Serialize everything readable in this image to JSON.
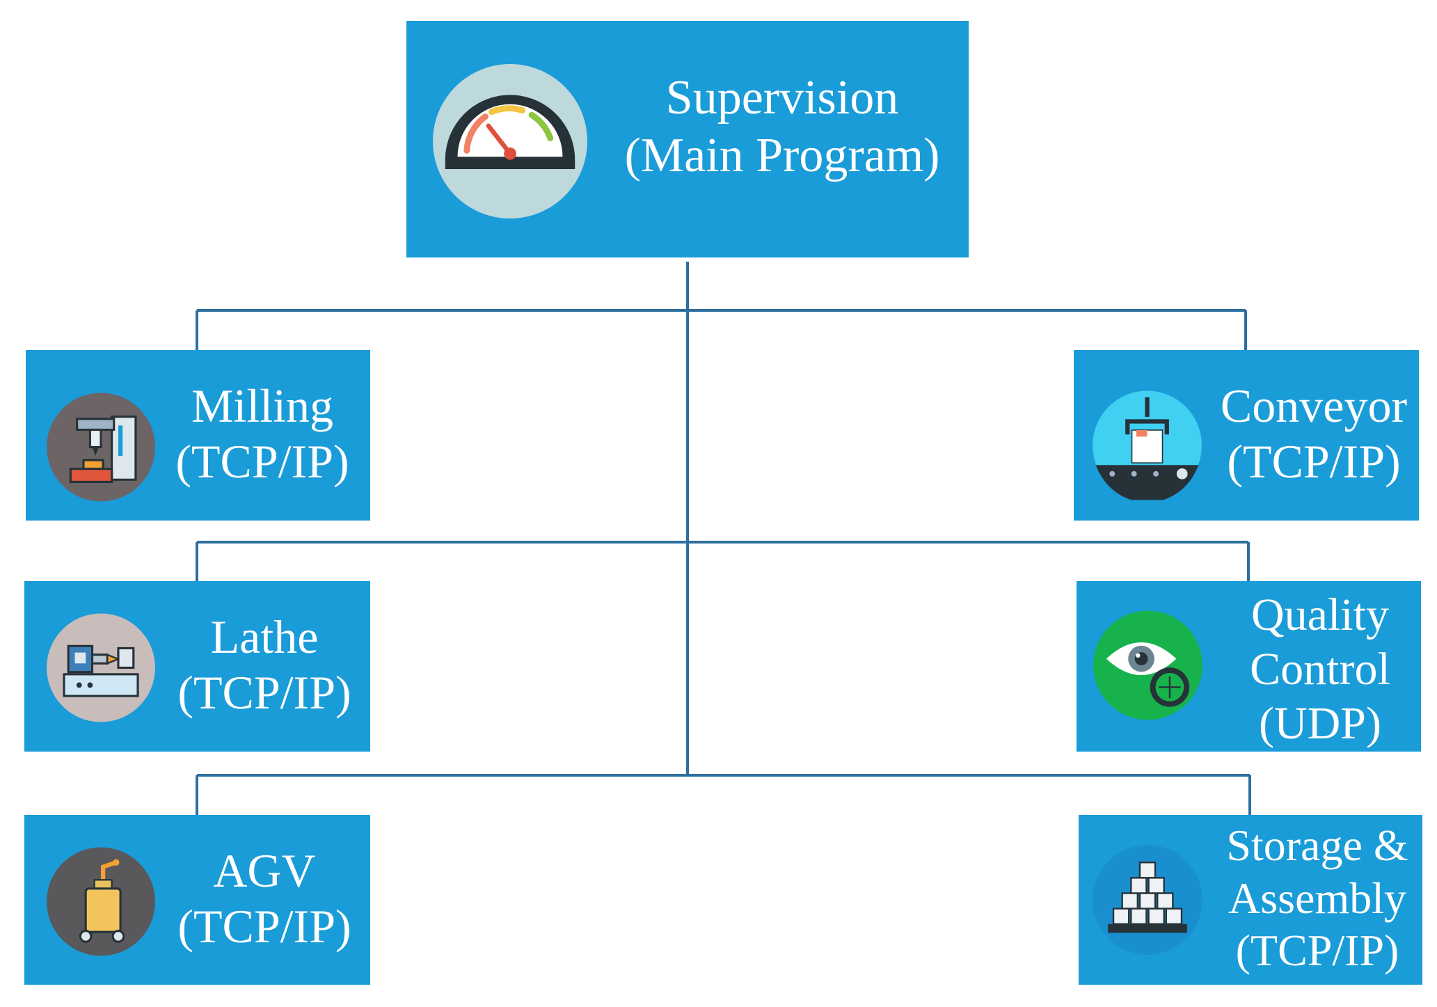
{
  "root": {
    "line1": "Supervision",
    "line2": "(Main Program)",
    "icon": "gauge-icon"
  },
  "modules": {
    "milling": {
      "lines": [
        "Milling",
        "(TCP/IP)"
      ],
      "icon": "milling-machine-icon"
    },
    "lathe": {
      "lines": [
        "Lathe",
        "(TCP/IP)"
      ],
      "icon": "lathe-machine-icon"
    },
    "agv": {
      "lines": [
        "AGV",
        "(TCP/IP)"
      ],
      "icon": "agv-robot-icon"
    },
    "conveyor": {
      "lines": [
        "Conveyor",
        "(TCP/IP)"
      ],
      "icon": "conveyor-gripper-icon"
    },
    "quality": {
      "lines": [
        "Quality",
        "Control",
        "(UDP)"
      ],
      "icon": "eye-inspection-icon"
    },
    "storage": {
      "lines": [
        "Storage &",
        "Assembly",
        "(TCP/IP)"
      ],
      "icon": "stacked-boxes-icon"
    }
  },
  "colors": {
    "box": "#1a9cd8",
    "line": "#2e6f9e",
    "text": "#ffffff"
  }
}
